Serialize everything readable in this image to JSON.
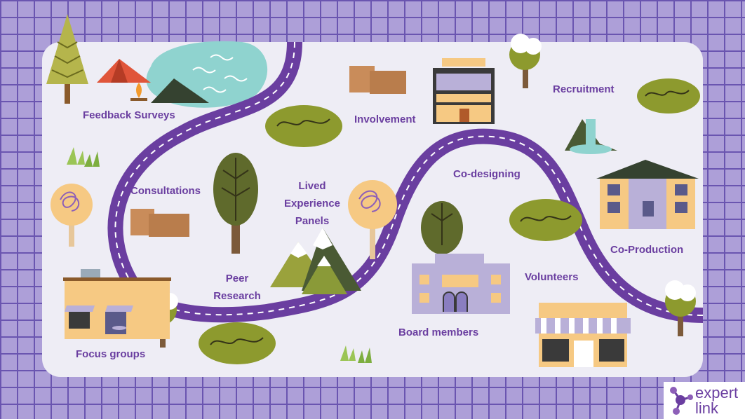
{
  "labels": {
    "feedback_surveys": "Feedback Surveys",
    "involvement": "Involvement",
    "recruitment": "Recruitment",
    "consultations": "Consultations",
    "lived_experience_1": "Lived",
    "lived_experience_2": "Experience",
    "lived_experience_3": "Panels",
    "co_designing": "Co-designing",
    "co_production": "Co-Production",
    "peer_research_1": "Peer",
    "peer_research_2": "Research",
    "volunteers": "Volunteers",
    "board_members": "Board members",
    "focus_groups": "Focus groups"
  },
  "logo": {
    "word1": "expert",
    "word2": "link"
  },
  "colors": {
    "background": "#ad9fd8",
    "grid_lines": "#6a55b0",
    "board": "#eeedf5",
    "road": "#6a3ea0",
    "label_text": "#6a3ea0",
    "foliage": "#8d9a2e",
    "building": "#f6c983"
  }
}
